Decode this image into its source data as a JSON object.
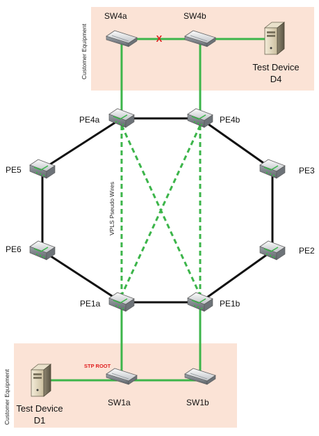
{
  "zones": {
    "top_label": "Customer Equipment",
    "bottom_label": "Customer Equipment",
    "zone_color": "#fbe3d6"
  },
  "nodes": {
    "sw4a": "SW4a",
    "sw4b": "SW4b",
    "pe4a": "PE4a",
    "pe4b": "PE4b",
    "pe5": "PE5",
    "pe3": "PE3",
    "pe6": "PE6",
    "pe2": "PE2",
    "pe1a": "PE1a",
    "pe1b": "PE1b",
    "sw1a": "SW1a",
    "sw1b": "SW1b"
  },
  "devices": {
    "d4_line1": "Test Device",
    "d4_line2": "D4",
    "d1_line1": "Test Device",
    "d1_line2": "D1"
  },
  "annotations": {
    "vpls": "VPLS Pseudo Wires",
    "stp_root": "STP ROOT",
    "blocked_marker": "X"
  },
  "colors": {
    "green_link": "#3cb54a",
    "black_link": "#111111",
    "blocked": "#e02020"
  }
}
